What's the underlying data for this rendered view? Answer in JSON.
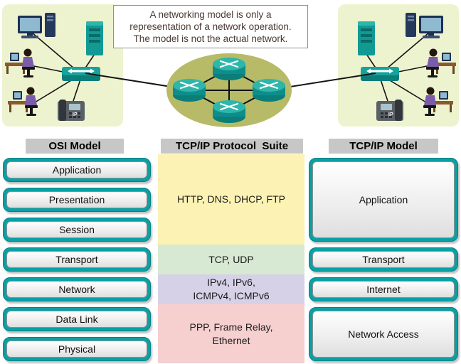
{
  "note": {
    "lines": [
      "A networking model is only a",
      "representation of a network operation.",
      "The model is not the actual network."
    ]
  },
  "topology": {
    "phone_label": "IP",
    "icons": [
      "pc-icon",
      "server-icon",
      "switch-icon",
      "ip-phone-icon",
      "person-at-desk-icon",
      "router-icon",
      "wan-cloud"
    ]
  },
  "headers": {
    "osi": "OSI Model",
    "suite": "TCP/IP Protocol  Suite",
    "tcpip": "TCP/IP Model"
  },
  "osi_layers": [
    "Application",
    "Presentation",
    "Session",
    "Transport",
    "Network",
    "Data Link",
    "Physical"
  ],
  "suite_bands": [
    {
      "lines": [
        "HTTP, DNS, DHCP, FTP"
      ]
    },
    {
      "lines": [
        "TCP, UDP"
      ]
    },
    {
      "lines": [
        "IPv4, IPv6,",
        "ICMPv4, ICMPv6"
      ]
    },
    {
      "lines": [
        "PPP, Frame Relay,",
        "Ethernet"
      ]
    }
  ],
  "tcpip_layers": [
    "Application",
    "Transport",
    "Internet",
    "Network Access"
  ],
  "colors": {
    "teal_box": "#0aa0a4",
    "panel_bg": "#eef3cf",
    "cloud": "#b7bb67",
    "header_bg": "#c7c7c7",
    "band_application": "#fbf2b4",
    "band_transport": "#d7e9d2",
    "band_internet": "#d7d1e8",
    "band_network_access": "#f6cfcf"
  }
}
